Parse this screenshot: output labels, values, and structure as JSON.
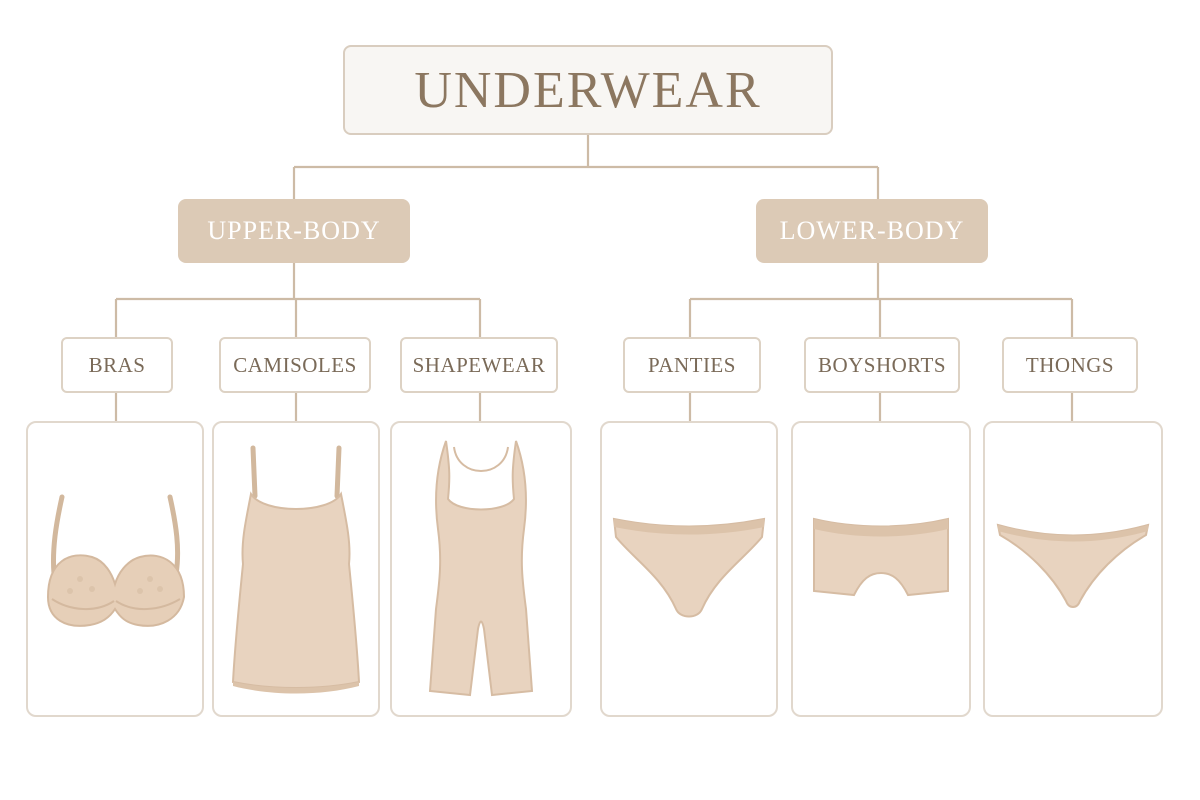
{
  "root": {
    "label": "UNDERWEAR"
  },
  "branches": [
    {
      "label": "UPPER-BODY"
    },
    {
      "label": "LOWER-BODY"
    }
  ],
  "leaves": [
    {
      "label": "BRAS"
    },
    {
      "label": "CAMISOLES"
    },
    {
      "label": "SHAPEWEAR"
    },
    {
      "label": "PANTIES"
    },
    {
      "label": "BOYSHORTS"
    },
    {
      "label": "THONGS"
    }
  ],
  "colors": {
    "connector": "#cdbba6",
    "garment": "#e8d3bf",
    "garment_shadow": "#d8bfa6"
  }
}
